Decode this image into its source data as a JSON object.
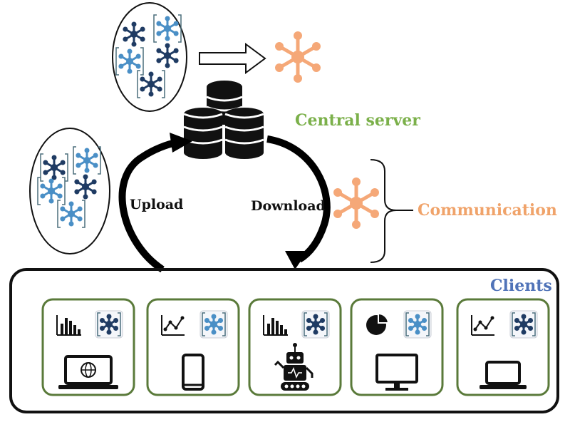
{
  "colors": {
    "server_label": "#7bb04a",
    "communication_label": "#f0a36a",
    "clients_label": "#5073b8",
    "model_orange": "#f5a878",
    "model_dark": "#1f3b63",
    "model_light": "#4a8fc6",
    "client_border": "#5a7a3a"
  },
  "labels": {
    "central_server": "Central server",
    "communication": "Communication",
    "clients": "Clients",
    "upload": "Upload",
    "download": "Download"
  },
  "icons": {
    "server": "database-stack-icon",
    "model": "network-model-icon",
    "aggregate_arrow": "hollow-arrow-icon"
  },
  "clients": [
    {
      "chart_icon": "bar-chart-icon",
      "device_icon": "laptop-globe-icon"
    },
    {
      "chart_icon": "line-chart-icon",
      "device_icon": "tablet-icon"
    },
    {
      "chart_icon": "bar-chart-icon",
      "device_icon": "robot-icon"
    },
    {
      "chart_icon": "pie-chart-icon",
      "device_icon": "monitor-icon"
    },
    {
      "chart_icon": "line-chart-icon",
      "device_icon": "laptop-icon"
    }
  ]
}
